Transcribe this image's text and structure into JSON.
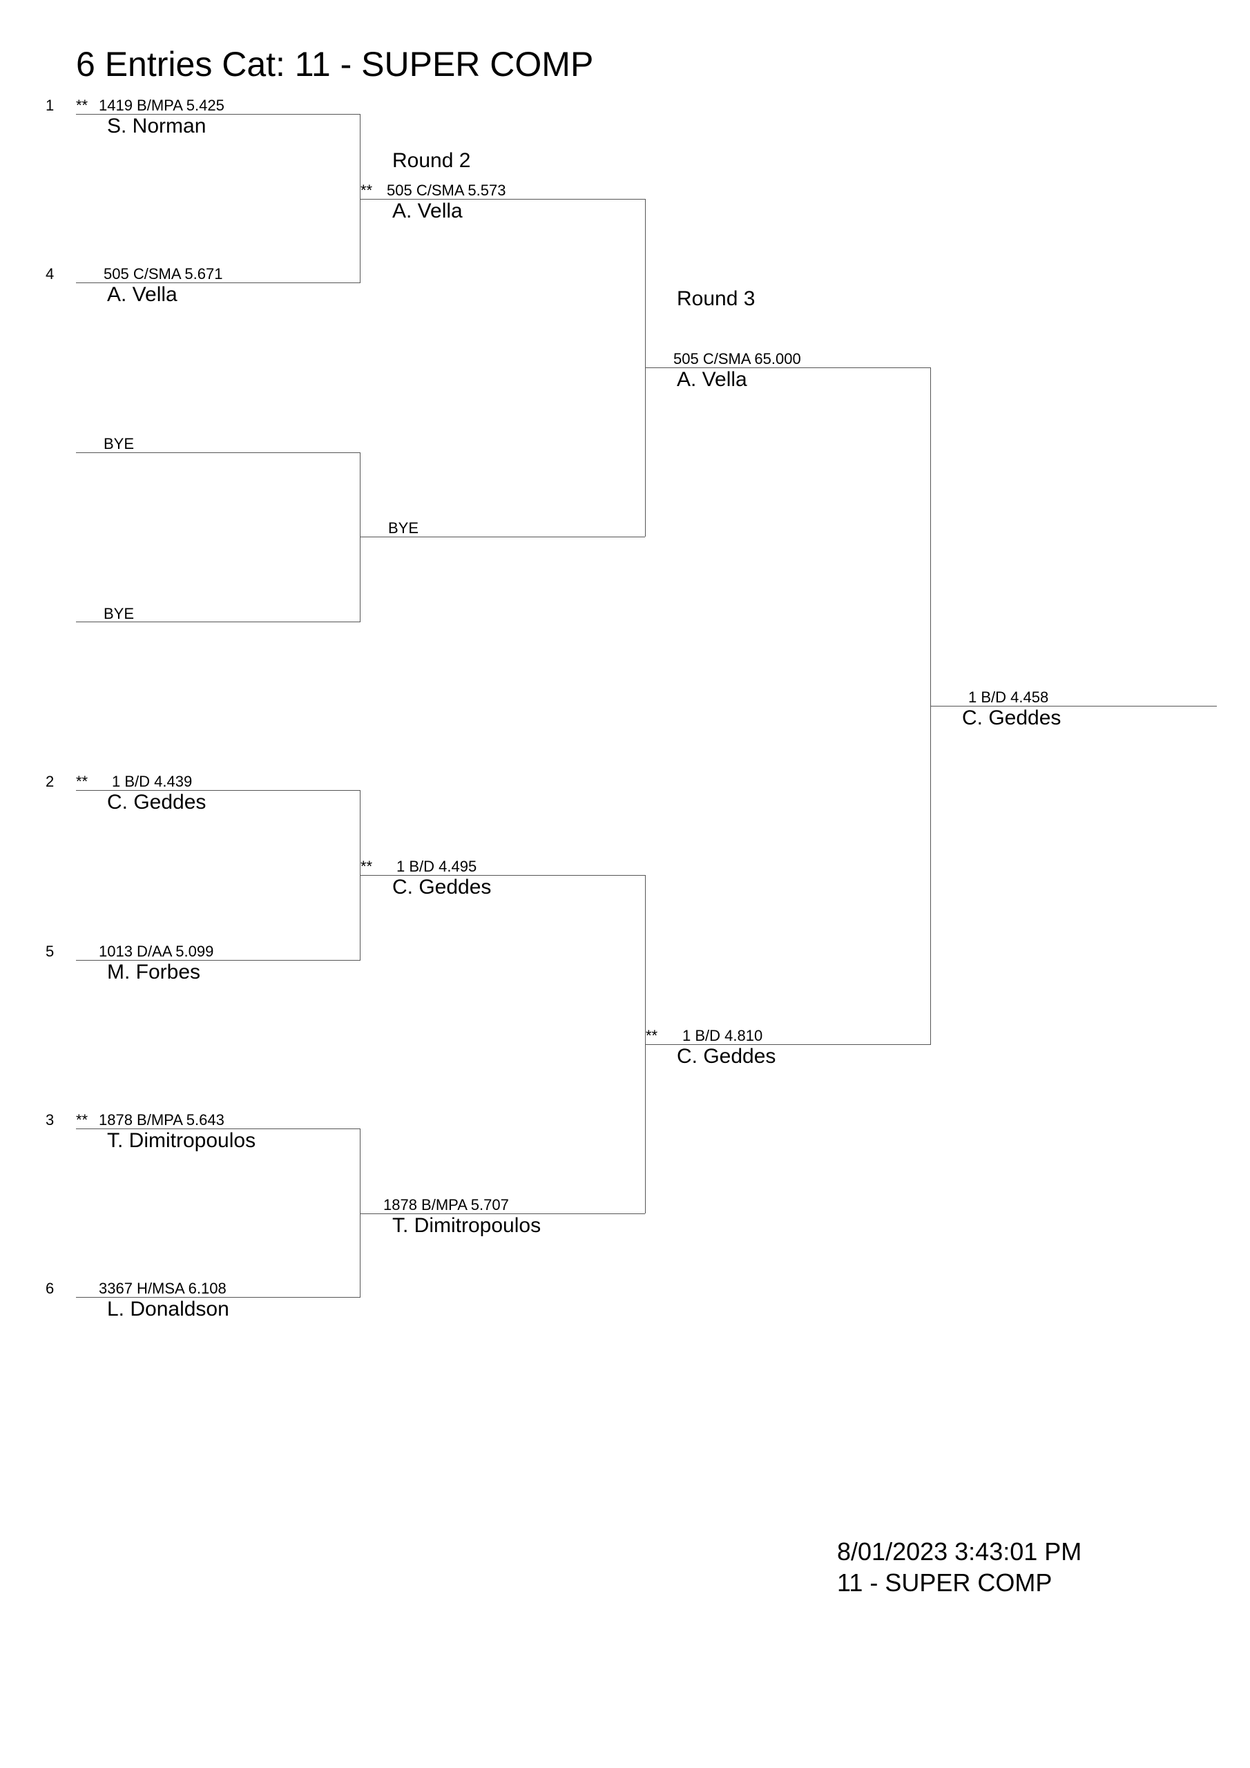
{
  "header": {
    "title": "6 Entries Cat: 11 - SUPER COMP"
  },
  "rounds": {
    "round2_label": "Round 2",
    "round3_label": "Round 3"
  },
  "round1": [
    {
      "seed": "1",
      "star": "**",
      "info": "1419  B/MPA  5.425",
      "name": "S. Norman"
    },
    {
      "seed": "4",
      "star": "",
      "info": "505  C/SMA  5.671",
      "name": "A. Vella"
    },
    {
      "seed": "",
      "star": "",
      "info": "BYE",
      "name": ""
    },
    {
      "seed": "",
      "star": "",
      "info": "BYE",
      "name": ""
    },
    {
      "seed": "2",
      "star": "**",
      "info": "1  B/D  4.439",
      "name": "C. Geddes"
    },
    {
      "seed": "5",
      "star": "",
      "info": "1013  D/AA  5.099",
      "name": "M. Forbes"
    },
    {
      "seed": "3",
      "star": "**",
      "info": "1878  B/MPA  5.643",
      "name": "T. Dimitropoulos"
    },
    {
      "seed": "6",
      "star": "",
      "info": "3367  H/MSA  6.108",
      "name": "L. Donaldson"
    }
  ],
  "round2": [
    {
      "star": "**",
      "info": "505  C/SMA  5.573",
      "name": "A. Vella"
    },
    {
      "star": "",
      "info": "BYE",
      "name": ""
    },
    {
      "star": "**",
      "info": "1  B/D  4.495",
      "name": "C. Geddes"
    },
    {
      "star": "",
      "info": "1878  B/MPA  5.707",
      "name": "T. Dimitropoulos"
    }
  ],
  "round3": [
    {
      "star": "",
      "info": "505  C/SMA  65.000",
      "name": "A. Vella"
    },
    {
      "star": "**",
      "info": "1  B/D  4.810",
      "name": "C. Geddes"
    }
  ],
  "winner": {
    "star": "",
    "info": "1  B/D  4.458",
    "name": "C. Geddes"
  },
  "footer": {
    "timestamp": "8/01/2023 3:43:01 PM",
    "category": "11 - SUPER COMP"
  }
}
